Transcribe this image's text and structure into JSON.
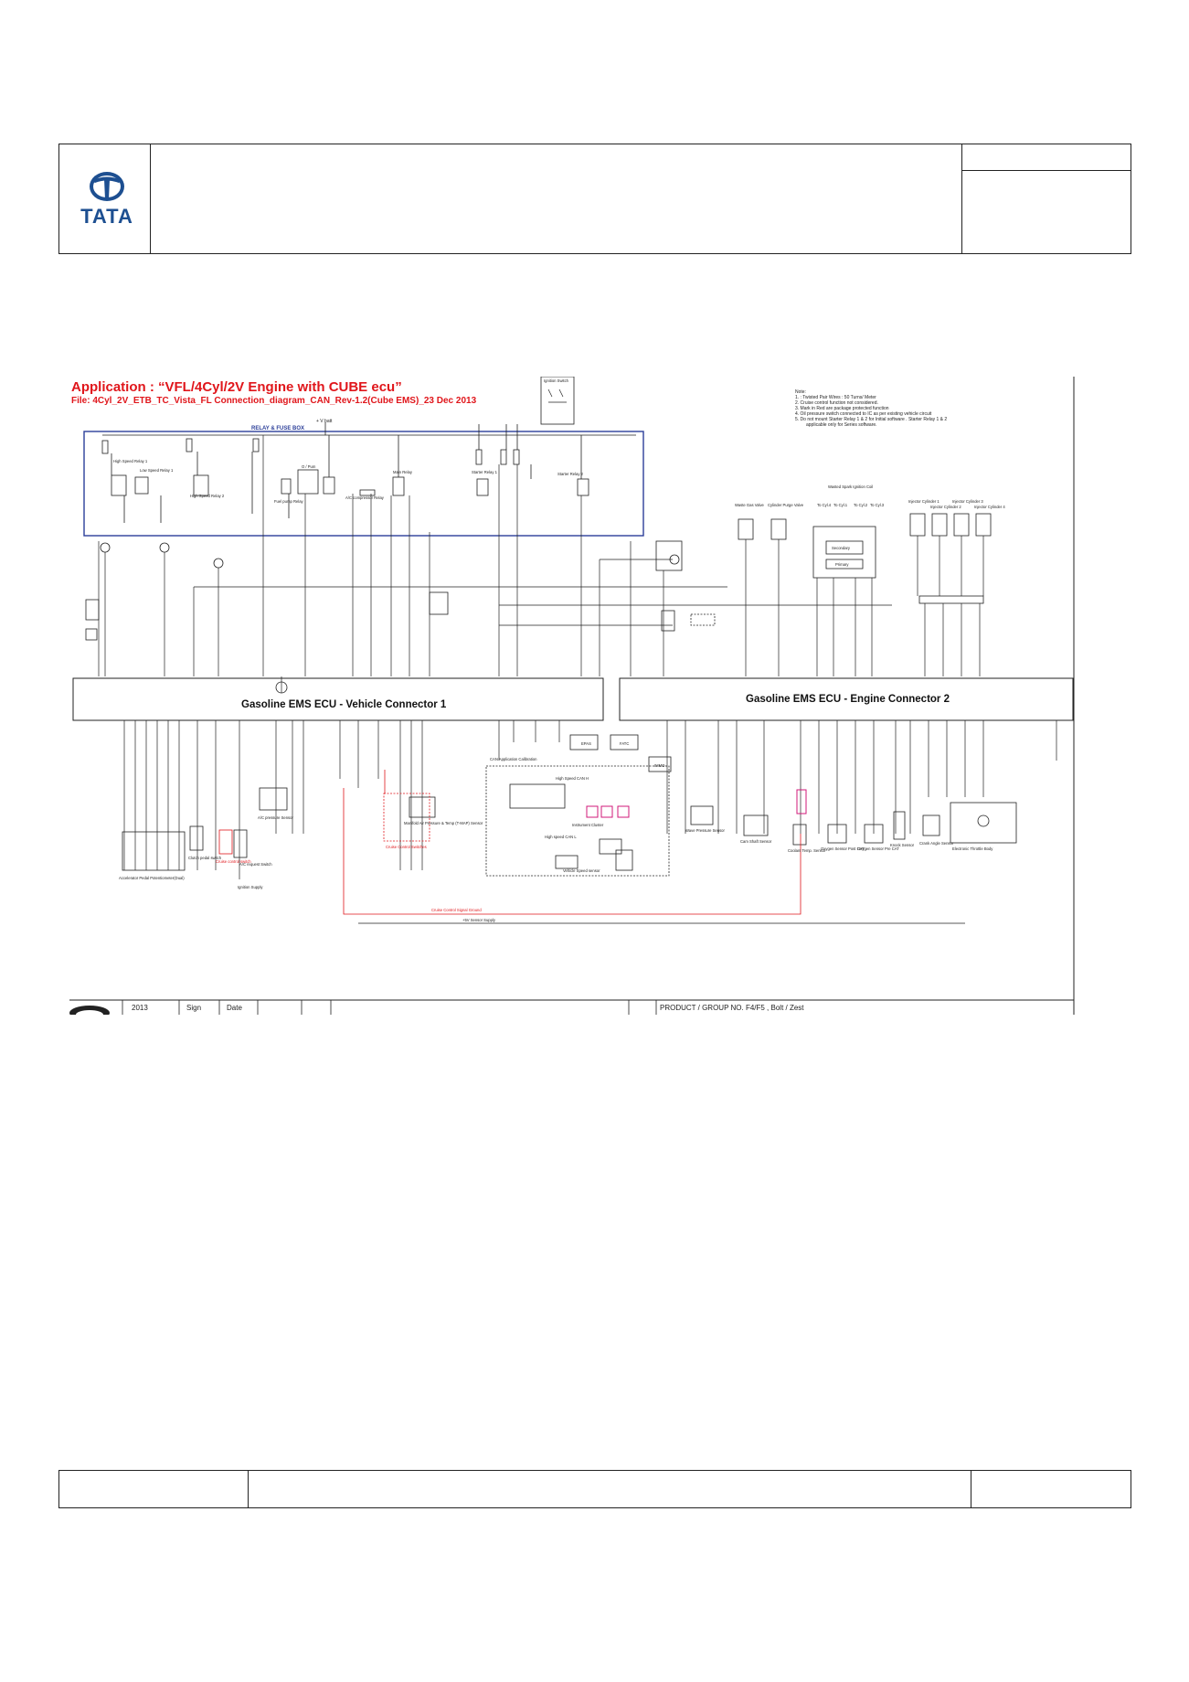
{
  "header": {
    "logo_text": "TATA"
  },
  "diagram": {
    "title": "Application : “VFL/4Cyl/2V Engine with CUBE ecu”",
    "subtitle": "File: 4Cyl_2V_ETB_TC_Vista_FL Connection_diagram_CAN_Rev-1.2(Cube EMS)_23 Dec 2013",
    "relay_box_label": "RELAY & FUSE BOX",
    "vbatt_label": "+ V batt",
    "ignition_switch_label": "Ignition Switch",
    "notes": [
      "Note:",
      "1.        : Twisted Pair Wires : 50 Turns/ Meter",
      "2. Cruise control function not  considered.",
      "3. Mark in Red are package protected function",
      "4. Oil pressure switch connected to IC as per existing vehicle  circuit",
      "5. Do not mount Starter Relay 1 & 2 for Initial software . Starter Relay 1 & 2",
      "applicable only for Series software."
    ],
    "wasted_spark_label": "Wasted Spark Ignition Coil",
    "coil_secondary": "Secondary",
    "coil_primary": "Primary",
    "relays": [
      "High Speed Relay 1",
      "Low Speed Relay 1",
      "High Speed Relay 2",
      "Fuel pump Relay",
      "Main Relay",
      "A/C compressor Relay",
      "Starter Relay 1",
      "Starter Relay 2",
      "O / Pum"
    ],
    "top_components": [
      "Waste Gas Valve",
      "Cylinder Purge Valve",
      "To Cyl.4",
      "To Cyl.1",
      "To Cyl.2",
      "To Cyl.3",
      "Injector Cylinder 1",
      "Injector Cylinder 2",
      "Injector Cylinder 3",
      "Injector Cylinder 4"
    ],
    "ecu_vehicle_label": "Gasoline EMS ECU - Vehicle Connector 1",
    "ecu_engine_label": "Gasoline EMS ECU - Engine Connector 2",
    "bottom_components": [
      "Accelerator Pedal Potentiometer(Dual)",
      "Clutch pedal switch",
      "Cruise control switch",
      "A/C request Switch",
      "A/C pressure Sensor",
      "Cruise Control Switches",
      "Manifold Air Pressure & Temp (T-MAP) Sensor",
      "Instrument Cluster",
      "Vehicle Speed sensor",
      "Ignition Supply",
      "Wave Pressure Sensor",
      "Cam Shaft Sensor",
      "Coolant Temp. Sensor",
      "Oxygen Sensor Post CAT",
      "Oxygen Sensor Pre CAT",
      "Knock Sensor",
      "Crank Angle Sensor",
      "Electronic Throttle Body"
    ],
    "can_labels": [
      "EPAS",
      "FATC",
      "IMMO",
      "CAN Application Calibration",
      "High Speed CAN H",
      "High speed CAN L"
    ],
    "bottom_red_wire_label": "Cruise Control Signal Ground",
    "sensor_supply_label": "+5V Sensor Supply",
    "footer_year": "2013",
    "footer_sign": "Sign",
    "footer_date": "Date",
    "footer_product": "PRODUCT / GROUP NO. F4/F5 , Bolt / Zest"
  },
  "colors": {
    "logo_blue": "#1d4f91",
    "title_red": "#e0161b",
    "relay_box_blue": "#2c3f99",
    "highlight_magenta": "#d0187a",
    "line": "#222222"
  }
}
